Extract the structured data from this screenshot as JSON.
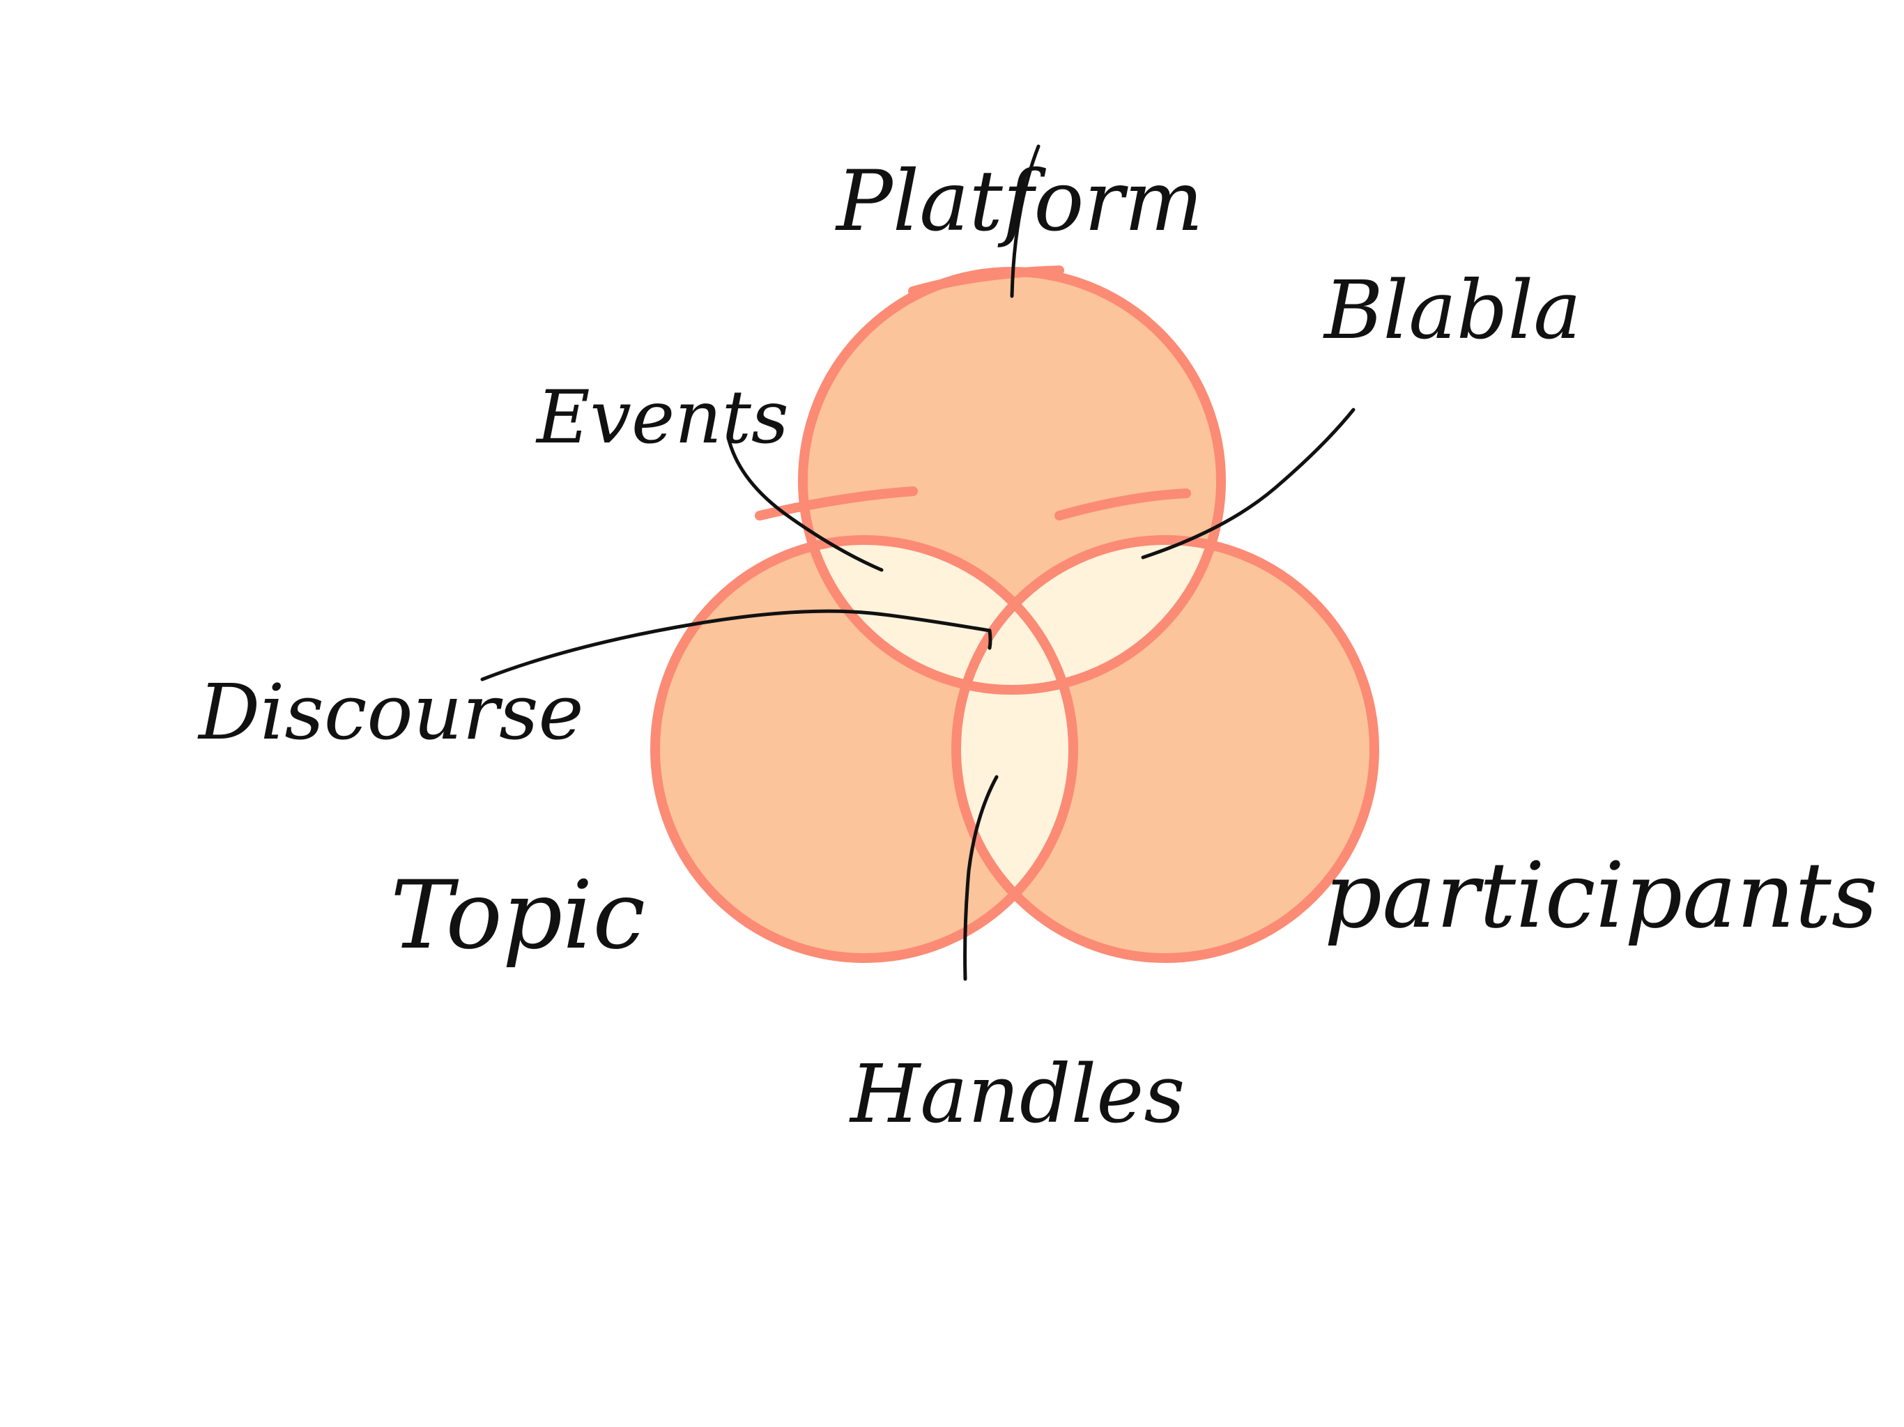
{
  "diagram": {
    "type": "venn-3",
    "colors": {
      "circle_fill": "#fcc49b",
      "circle_stroke": "#fb8b75",
      "overlap_fill": "#fff3dc",
      "ink": "#111111",
      "background": "#ffffff"
    },
    "sets": [
      "Platform",
      "Topic",
      "Participants"
    ],
    "labels": {
      "platform": "Platform",
      "topic": "Topic",
      "participants": "participants",
      "events": "Events",
      "blabla": "Blabla",
      "discourse": "Discourse",
      "handles": "Handles"
    }
  }
}
